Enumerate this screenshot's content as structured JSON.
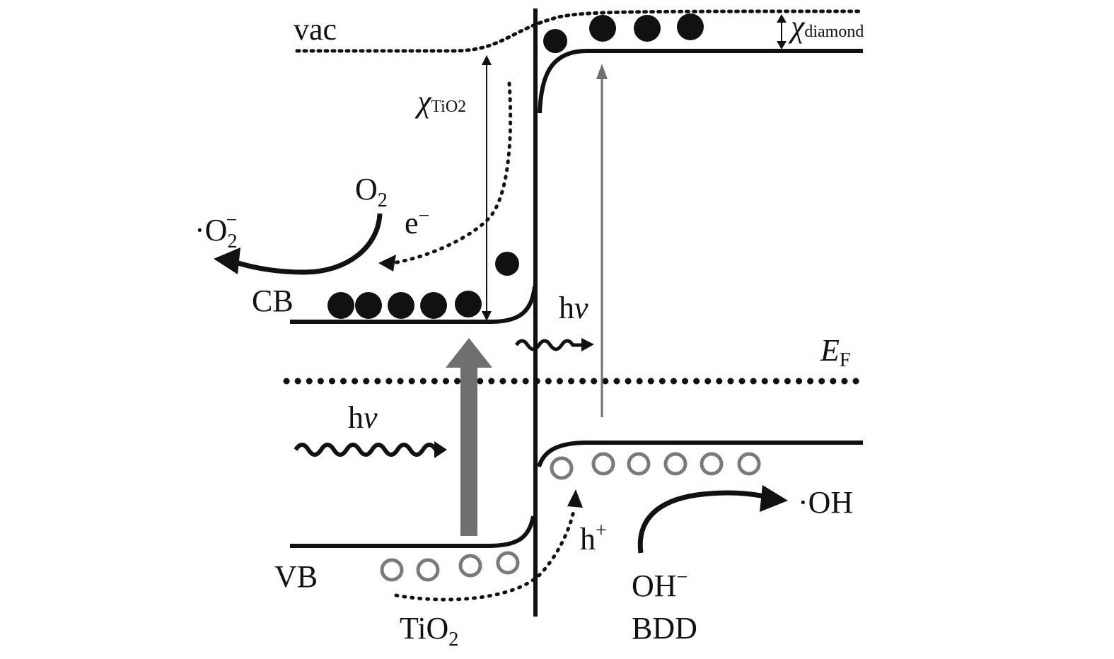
{
  "diagram": {
    "labels": {
      "vac": "vac",
      "chi_diamond_symbol": "χ",
      "chi_diamond_sub": "diamond",
      "chi_tio2_symbol": "χ",
      "chi_tio2_sub": "TiO2",
      "o2": "O",
      "o2_sub": "2",
      "superoxide_main": "·O",
      "superoxide_sub": "2",
      "superoxide_sup": "−",
      "electron": "e",
      "electron_sup": "−",
      "cb": "CB",
      "vb": "VB",
      "hv_upper": "h",
      "hv_upper_nu": "ν",
      "hv_lower": "h",
      "hv_lower_nu": "ν",
      "ef_main": "E",
      "ef_sub": "F",
      "hole": "h",
      "hole_sup": "+",
      "oh_radical": "·OH",
      "hydroxide": "OH",
      "hydroxide_sup": "−",
      "tio2": "TiO",
      "tio2_sub": "2",
      "bdd": "BDD"
    },
    "colors": {
      "ink": "#111111",
      "gray_arrow": "#6f6f6f",
      "hole_stroke": "#7a7a7a"
    }
  }
}
